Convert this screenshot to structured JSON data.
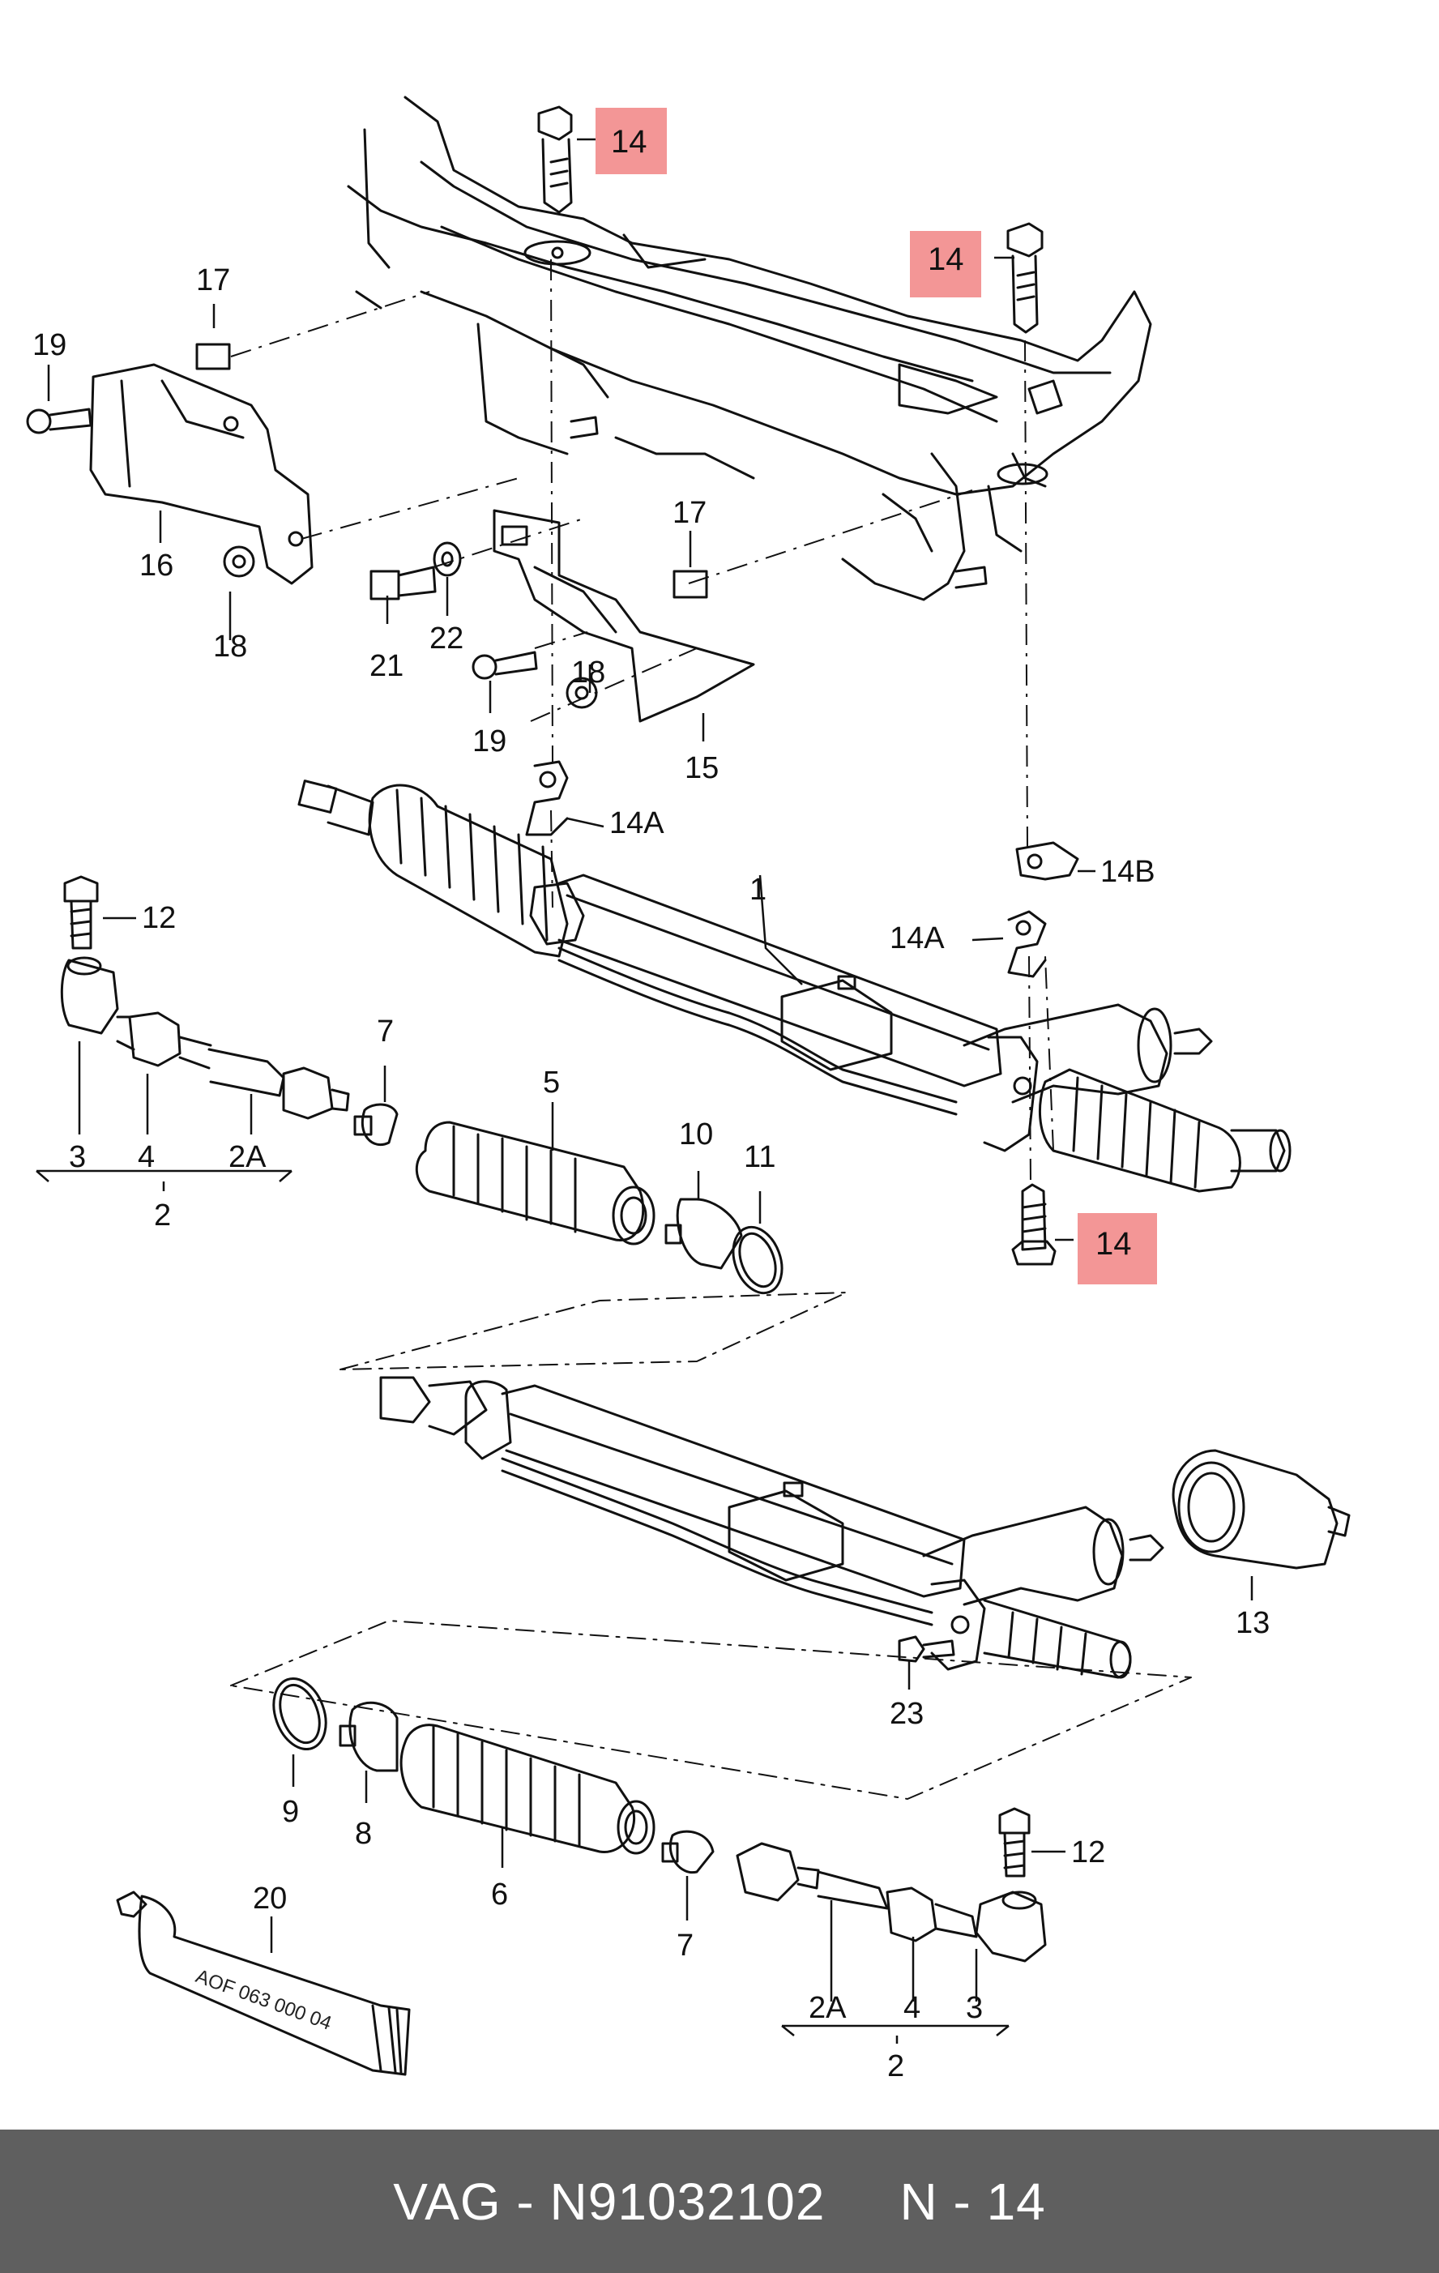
{
  "diagram": {
    "highlight_color": "#f28b8b",
    "highlight_labels": [
      "14",
      "14",
      "14"
    ],
    "tube_text": "AOF 063 000 04",
    "labels": {
      "p1": "1",
      "p2_top": "2",
      "p2_bottom": "2",
      "p2a_top": "2A",
      "p2a_bottom": "2A",
      "p3_top": "3",
      "p3_bottom": "3",
      "p4_top": "4",
      "p4_bottom": "4",
      "p5": "5",
      "p6": "6",
      "p7_top": "7",
      "p7_bottom": "7",
      "p8": "8",
      "p9": "9",
      "p10": "10",
      "p11": "11",
      "p12_top": "12",
      "p12_bottom": "12",
      "p13": "13",
      "p14a_left": "14A",
      "p14a_right": "14A",
      "p14b": "14B",
      "p15": "15",
      "p16": "16",
      "p17_left": "17",
      "p17_right": "17",
      "p18_left": "18",
      "p18_right": "18",
      "p19_left": "19",
      "p19_right": "19",
      "p20": "20",
      "p21": "21",
      "p22": "22",
      "p23": "23"
    }
  },
  "footer": {
    "part_code": "VAG - N91032102",
    "position_label": "N - 14",
    "background": "#5f5f5f"
  }
}
